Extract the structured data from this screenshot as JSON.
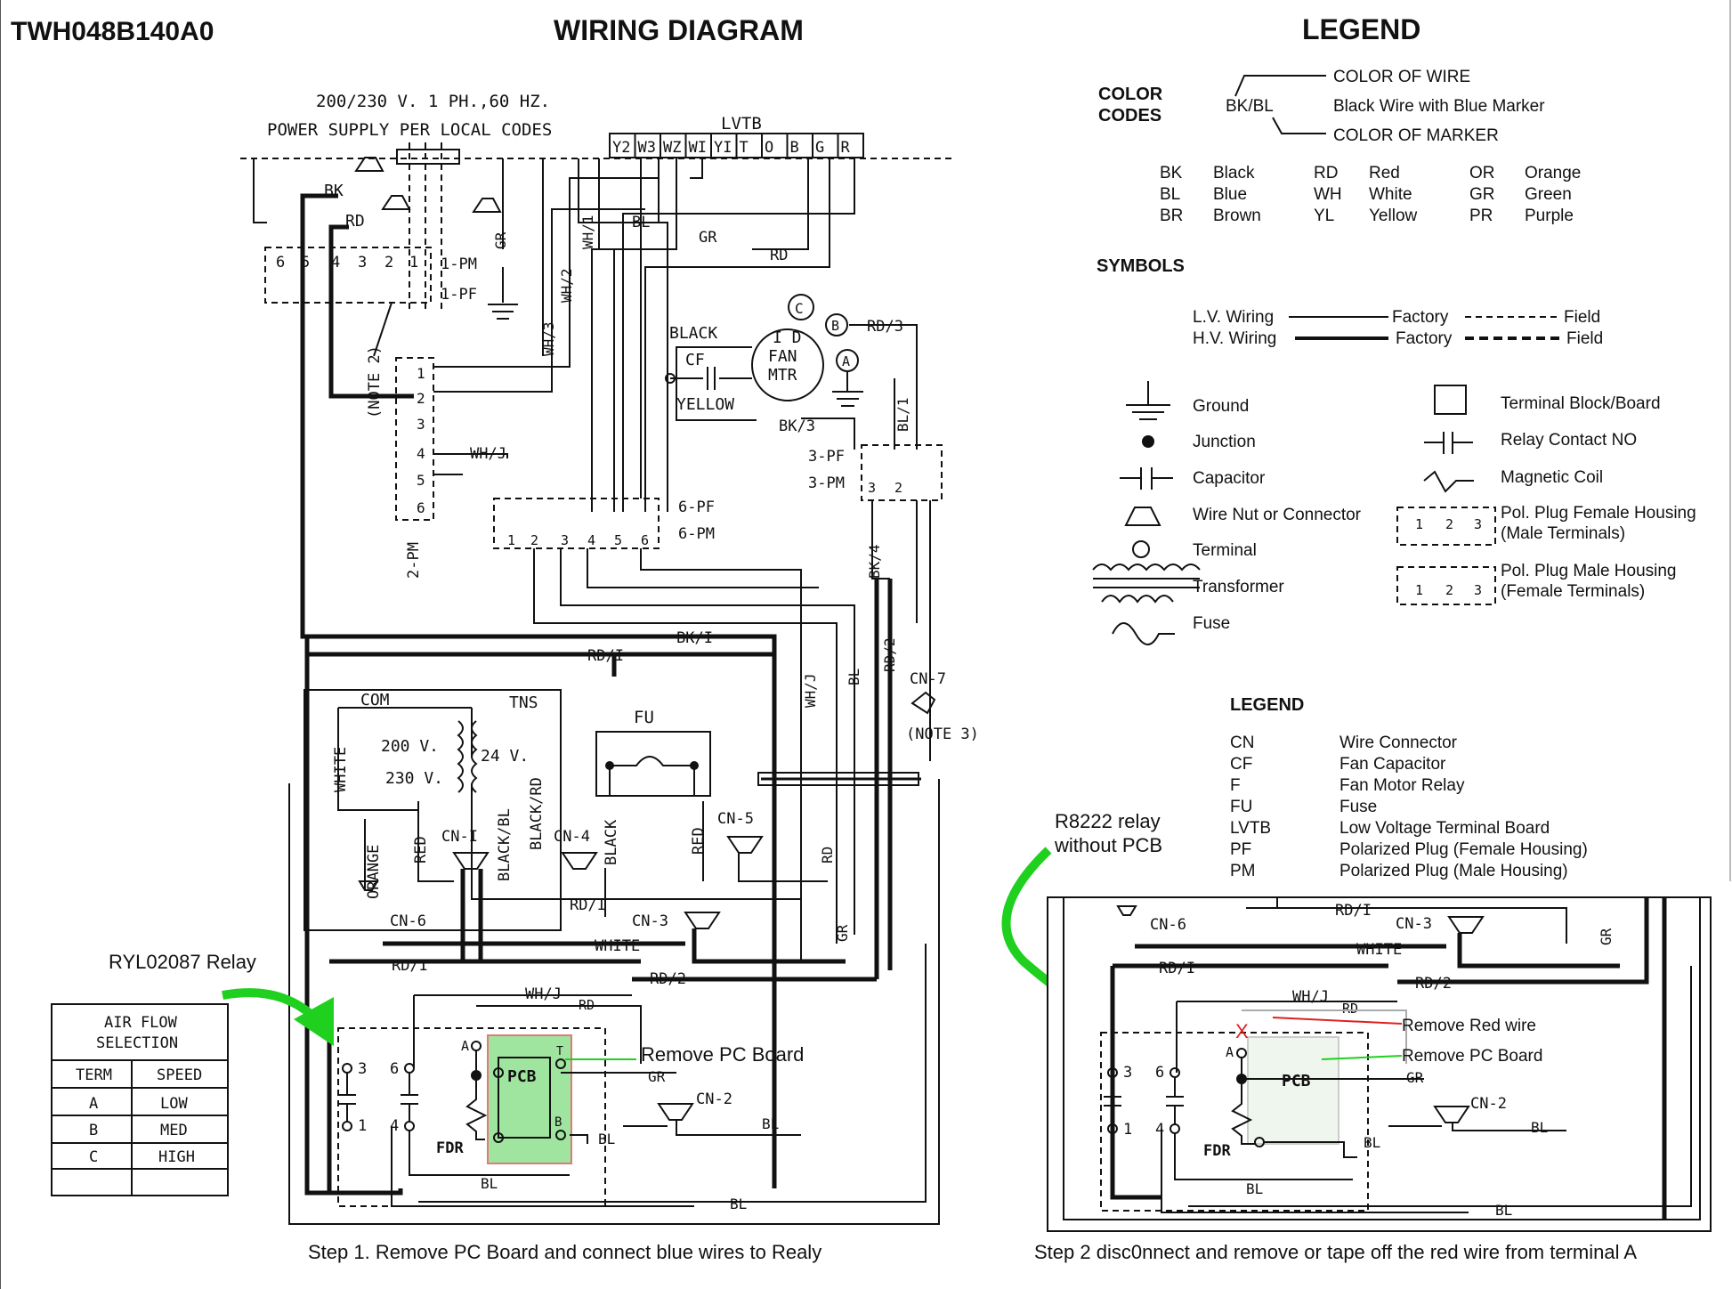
{
  "title": {
    "model": "TWH048B140A0",
    "diagram": "WIRING DIAGRAM",
    "legend": "LEGEND"
  },
  "power": {
    "line1": "200/230 V. 1 PH.,60 HZ.",
    "line2": "POWER SUPPLY PER LOCAL CODES"
  },
  "lvtb_title": "LVTB",
  "lvtb_terms": [
    "Y2",
    "W3",
    "WZ",
    "WI",
    "YI",
    "T",
    "O",
    "B",
    "G",
    "R"
  ],
  "labels": {
    "bk": "BK",
    "rd": "RD",
    "gr": "GR",
    "bl": "BL",
    "rd2": "RD",
    "pm1": "1-PM",
    "pf1": "1-PF",
    "note2": "(NOTE 2)",
    "pm2": "2-PM",
    "wh3": "WH/3",
    "wh2": "WH/2",
    "wh1": "WH/1",
    "whj": "WH/J",
    "black": "BLACK",
    "cf": "CF",
    "yellow": "YELLOW",
    "fan": "I D\nFAN\nMTR",
    "fan1": "I D",
    "fan2": "FAN",
    "fan3": "MTR",
    "c": "C",
    "b": "B",
    "a": "A",
    "rd3": "RD/3",
    "bk3": "BK/3",
    "bl1": "BL/1",
    "pf3": "3-PF",
    "pm3": "3-PM",
    "pf6": "6-PF",
    "pm6": "6-PM",
    "bk4": "BK/4",
    "bki": "BK/I",
    "rdi": "RD/I",
    "whj2": "WH/J",
    "bl2": "BL",
    "rd22": "RD/2",
    "cn7": "CN-7",
    "note3": "(NOTE 3)",
    "com": "COM",
    "tns": "TNS",
    "white": "WHITE",
    "v200": "200 V.",
    "v230": "230 V.",
    "v24": "24 V.",
    "blackrd": "BLACK/RD",
    "blackbl": "BLACK/BL",
    "fu": "FU",
    "orange": "ORANGE",
    "red": "RED",
    "cn1": "CN-I",
    "cn4": "CN-4",
    "black2": "BLACK",
    "red2": "RED",
    "cn5": "CN-5",
    "rd_v": "RD",
    "cn6": "CN-6",
    "rdi2": "RD/I",
    "cn3": "CN-3",
    "white2": "WHITE",
    "gr2": "GR",
    "rdi3": "RD/I",
    "rd2b": "RD/2",
    "whj3": "WH/J",
    "rdw": "RD",
    "pcb": "PCB",
    "t": "T",
    "bb": "B",
    "gr3": "GR",
    "cn2": "CN-2",
    "bl3": "BL",
    "bl4": "BL",
    "bl5": "BL",
    "bl6": "BL",
    "fdr": "FDR",
    "t3": "3",
    "t6": "6",
    "t1": "1",
    "t4": "4",
    "ta": "A"
  },
  "legend": {
    "color_codes_title1": "COLOR",
    "color_codes_title2": "CODES",
    "bkbl": "BK/BL",
    "color_of_wire": "COLOR OF WIRE",
    "black_wire": "Black Wire with Blue Marker",
    "color_of_marker": "COLOR OF MARKER",
    "codes": [
      [
        "BK",
        "Black",
        "RD",
        "Red",
        "OR",
        "Orange"
      ],
      [
        "BL",
        "Blue",
        "WH",
        "White",
        "GR",
        "Green"
      ],
      [
        "BR",
        "Brown",
        "YL",
        "Yellow",
        "PR",
        "Purple"
      ]
    ],
    "symbols_title": "SYMBOLS",
    "lv_wiring": "L.V. Wiring",
    "hv_wiring": "H.V. Wiring",
    "factory": "Factory",
    "field": "Field",
    "symbols_left": [
      "Ground",
      "Junction",
      "Capacitor",
      "Wire Nut or Connector",
      "Terminal",
      "Transformer",
      "Fuse"
    ],
    "symbols_right": [
      "Terminal Block/Board",
      "Relay Contact NO",
      "Magnetic Coil"
    ],
    "pol_female": [
      "Pol. Plug Female Housing",
      "(Male Terminals)"
    ],
    "pol_male": [
      "Pol. Plug Male Housing",
      "(Female Terminals)"
    ],
    "legend2_title": "LEGEND",
    "abbrev": [
      [
        "CN",
        "Wire Connector"
      ],
      [
        "CF",
        "Fan Capacitor"
      ],
      [
        "F",
        "Fan Motor Relay"
      ],
      [
        "FU",
        "Fuse"
      ],
      [
        "LVTB",
        "Low Voltage Terminal Board"
      ],
      [
        "PF",
        "Polarized Plug (Female Housing)"
      ],
      [
        "PM",
        "Polarized Plug (Male Housing)"
      ]
    ]
  },
  "airflow": {
    "title1": "AIR FLOW",
    "title2": "SELECTION",
    "headers": [
      "TERM",
      "SPEED"
    ],
    "rows": [
      [
        "A",
        "LOW"
      ],
      [
        "B",
        "MED"
      ],
      [
        "C",
        "HIGH"
      ]
    ]
  },
  "annotations": {
    "ryl": "RYL02087 Relay",
    "r8222_1": "R8222 relay",
    "r8222_2": "without PCB",
    "remove_pc_board": "Remove PC Board",
    "remove_red_wire": "Remove Red wire",
    "remove_pc_board2": "Remove PC Board",
    "step1": "Step 1.  Remove PC Board and connect blue wires to Realy",
    "step2": "Step 2 disc0nnect and remove or tape off the red wire from terminal A"
  },
  "inset": {
    "cn6": "CN-6",
    "rdi": "RD/I",
    "cn3": "CN-3",
    "white": "WHITE",
    "rdi2": "RD/I",
    "rd2": "RD/2",
    "gr": "GR",
    "whj": "WH/J",
    "rd": "RD",
    "gr2": "GR",
    "cn2": "CN-2",
    "bl": "BL",
    "bl2": "BL",
    "bl3": "BL",
    "bl4": "BL",
    "fdr": "FDR",
    "pcb": "PCB",
    "t3": "3",
    "t6": "6",
    "t1": "1",
    "t4": "4",
    "ta": "A",
    "x": "X"
  },
  "colors": {
    "green": "#1fd01f",
    "pcb_fill": "#9fe49f",
    "pcb_border": "#e07a7a",
    "red": "#e02020"
  }
}
